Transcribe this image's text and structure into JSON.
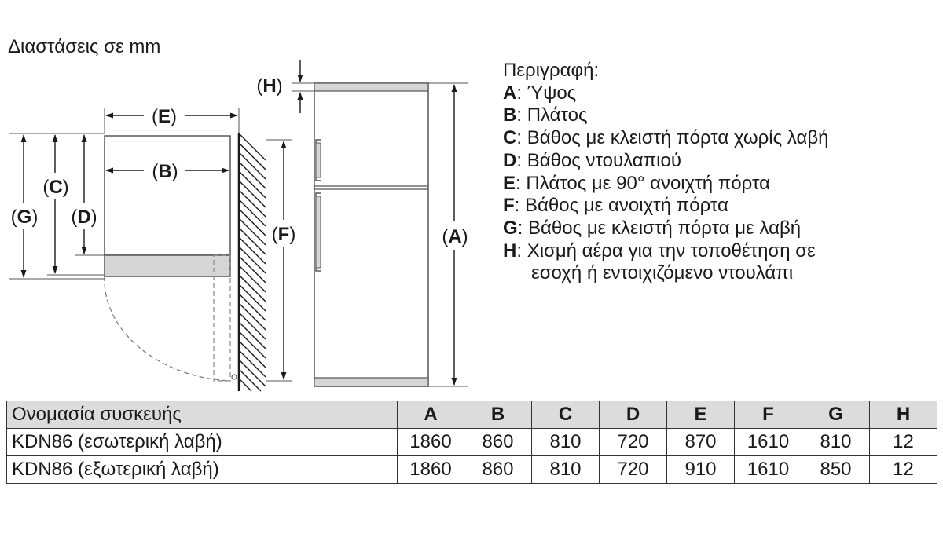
{
  "units_title": "Διαστάσεις σε mm",
  "dimension_labels": {
    "A": "A",
    "B": "B",
    "C": "C",
    "D": "D",
    "E": "E",
    "F": "F",
    "G": "G",
    "H": "H"
  },
  "legend": {
    "heading": "Περιγραφή:",
    "items": [
      {
        "key": "A",
        "text": "Ύψος"
      },
      {
        "key": "B",
        "text": "Πλάτος"
      },
      {
        "key": "C",
        "text": "Βάθος με κλειστή πόρτα χωρίς λαβή"
      },
      {
        "key": "D",
        "text": "Βάθος ντουλαπιού"
      },
      {
        "key": "E",
        "text": "Πλάτος με 90° ανοιχτή πόρτα"
      },
      {
        "key": "F",
        "text": "Βάθος με ανοιχτή πόρτα"
      },
      {
        "key": "G",
        "text": "Βάθος με κλειστή πόρτα με λαβή"
      },
      {
        "key": "H",
        "text": "Χισμή αέρα για την τοποθέτηση σε",
        "continuation": "εσοχή ή εντοιχιζόμενο ντουλάπι"
      }
    ]
  },
  "table": {
    "header_label": "Ονομασία συσκευής",
    "columns": [
      "A",
      "B",
      "C",
      "D",
      "E",
      "F",
      "G",
      "H"
    ],
    "rows": [
      {
        "name": "KDN86 (εσωτερική λαβή)",
        "values": [
          "1860",
          "860",
          "810",
          "720",
          "870",
          "1610",
          "810",
          "12"
        ]
      },
      {
        "name": "KDN86 (εξωτερική λαβή)",
        "values": [
          "1860",
          "860",
          "810",
          "720",
          "910",
          "1610",
          "850",
          "12"
        ]
      }
    ]
  }
}
